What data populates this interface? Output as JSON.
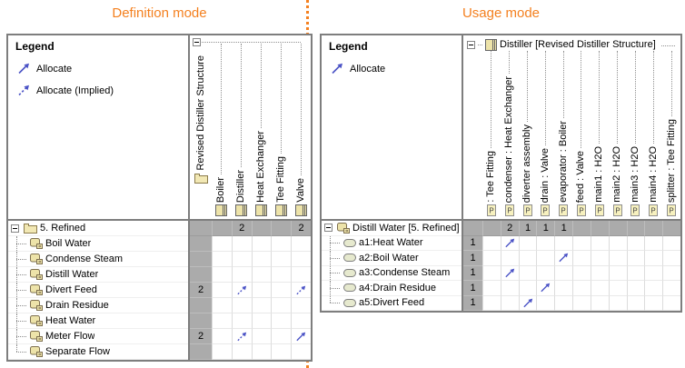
{
  "accent_color": "#F4801F",
  "arrow_color": "#4B53C6",
  "titles": {
    "left": "Definition mode",
    "right": "Usage mode"
  },
  "left_panel": {
    "legend": {
      "title": "Legend",
      "items": [
        {
          "label": "Allocate",
          "style": "solid"
        },
        {
          "label": "Allocate (Implied)",
          "style": "dashed"
        }
      ]
    },
    "matrix": {
      "scope_column_label": "Revised Distiller Structure",
      "columns": [
        {
          "label": "Boiler"
        },
        {
          "label": "Distiller"
        },
        {
          "label": "Heat Exchanger"
        },
        {
          "label": "Tee Fitting"
        },
        {
          "label": "Valve"
        }
      ],
      "root_row": {
        "label": "5. Refined",
        "count": "",
        "cells": [
          "",
          "2",
          "",
          "",
          "2"
        ]
      },
      "rows": [
        {
          "label": "Boil Water",
          "count": "",
          "cells": [
            "",
            "",
            "",
            "",
            ""
          ]
        },
        {
          "label": "Condense Steam",
          "count": "",
          "cells": [
            "",
            "",
            "",
            "",
            ""
          ]
        },
        {
          "label": "Distill Water",
          "count": "",
          "cells": [
            "",
            "",
            "",
            "",
            ""
          ]
        },
        {
          "label": "Divert Feed",
          "count": "2",
          "cells": [
            "",
            "dashed",
            "",
            "",
            "dashed"
          ]
        },
        {
          "label": "Drain Residue",
          "count": "",
          "cells": [
            "",
            "",
            "",
            "",
            ""
          ]
        },
        {
          "label": "Heat Water",
          "count": "",
          "cells": [
            "",
            "",
            "",
            "",
            ""
          ]
        },
        {
          "label": "Meter Flow",
          "count": "2",
          "cells": [
            "",
            "dashed",
            "",
            "",
            "solid"
          ]
        },
        {
          "label": "Separate Flow",
          "count": "",
          "cells": [
            "",
            "",
            "",
            "",
            ""
          ]
        }
      ]
    }
  },
  "right_panel": {
    "legend": {
      "title": "Legend",
      "items": [
        {
          "label": "Allocate",
          "style": "solid"
        }
      ]
    },
    "matrix": {
      "scope_header_label": "Distiller [Revised Distiller Structure]",
      "columns": [
        {
          "label": ": Tee Fitting"
        },
        {
          "label": "condenser : Heat Exchanger"
        },
        {
          "label": "diverter assembly"
        },
        {
          "label": "drain : Valve"
        },
        {
          "label": "evaporator : Boiler"
        },
        {
          "label": "feed : Valve"
        },
        {
          "label": "main1 : H2O"
        },
        {
          "label": "main2 : H2O"
        },
        {
          "label": "main3 : H2O"
        },
        {
          "label": "main4 : H2O"
        },
        {
          "label": "splitter : Tee Fitting"
        }
      ],
      "root_row": {
        "label": "Distill Water [5. Refined]",
        "count": "",
        "cells": [
          "",
          "2",
          "1",
          "1",
          "1",
          "",
          "",
          "",
          "",
          "",
          ""
        ]
      },
      "rows": [
        {
          "label": "a1:Heat Water",
          "count": "1",
          "cells": [
            "",
            "solid",
            "",
            "",
            "",
            "",
            "",
            "",
            "",
            "",
            ""
          ]
        },
        {
          "label": "a2:Boil Water",
          "count": "1",
          "cells": [
            "",
            "",
            "",
            "",
            "solid",
            "",
            "",
            "",
            "",
            "",
            ""
          ]
        },
        {
          "label": "a3:Condense Steam",
          "count": "1",
          "cells": [
            "",
            "solid",
            "",
            "",
            "",
            "",
            "",
            "",
            "",
            "",
            ""
          ]
        },
        {
          "label": "a4:Drain Residue",
          "count": "1",
          "cells": [
            "",
            "",
            "",
            "solid",
            "",
            "",
            "",
            "",
            "",
            "",
            ""
          ]
        },
        {
          "label": "a5:Divert Feed",
          "count": "1",
          "cells": [
            "",
            "",
            "solid",
            "",
            "",
            "",
            "",
            "",
            "",
            "",
            ""
          ]
        }
      ]
    }
  }
}
